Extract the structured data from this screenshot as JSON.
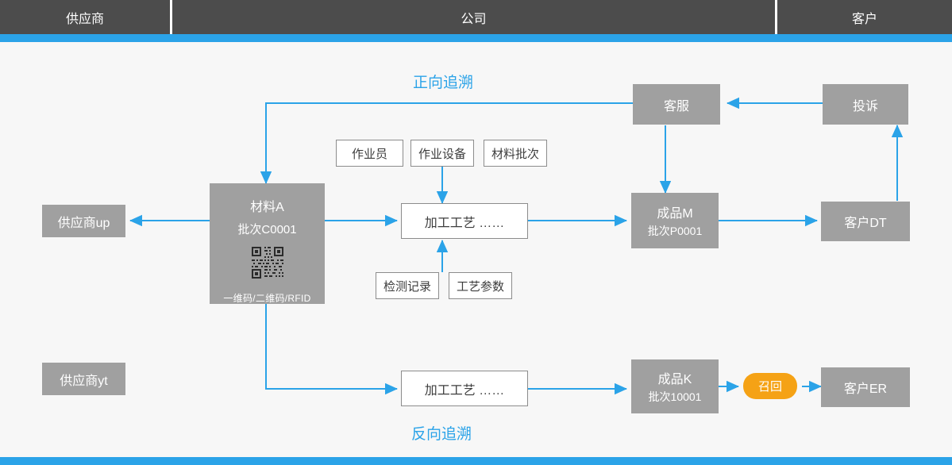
{
  "header": {
    "columns": [
      {
        "label": "供应商"
      },
      {
        "label": "公司"
      },
      {
        "label": "客户"
      }
    ]
  },
  "titles": {
    "forward": "正向追溯",
    "reverse": "反向追溯"
  },
  "colors": {
    "accent_blue": "#2ba3e8",
    "header_gray": "#4c4c4c",
    "node_gray": "#a0a0a0",
    "recall_orange": "#f5a215",
    "canvas": "#f7f7f7"
  },
  "nodes": {
    "supplier_up": {
      "label": "供应商up"
    },
    "supplier_yt": {
      "label": "供应商yt"
    },
    "material": {
      "title": "材料A",
      "batch": "批次C0001",
      "code_types": "一维码/二维码/RFID",
      "qr_icon": "qr-code-icon"
    },
    "operator": {
      "label": "作业员"
    },
    "equipment": {
      "label": "作业设备"
    },
    "material_batch": {
      "label": "材料批次"
    },
    "process_top": {
      "label": "加工工艺  ……"
    },
    "inspection_record": {
      "label": "检测记录"
    },
    "process_params": {
      "label": "工艺参数"
    },
    "customer_service": {
      "label": "客服"
    },
    "complaint": {
      "label": "投诉"
    },
    "product_m": {
      "title": "成品M",
      "batch": "批次P0001"
    },
    "customer_dt": {
      "label": "客户DT"
    },
    "process_bottom": {
      "label": "加工工艺  ……"
    },
    "product_k": {
      "title": "成品K",
      "batch": "批次10001"
    },
    "recall": {
      "label": "召回"
    },
    "customer_er": {
      "label": "客户ER"
    }
  }
}
